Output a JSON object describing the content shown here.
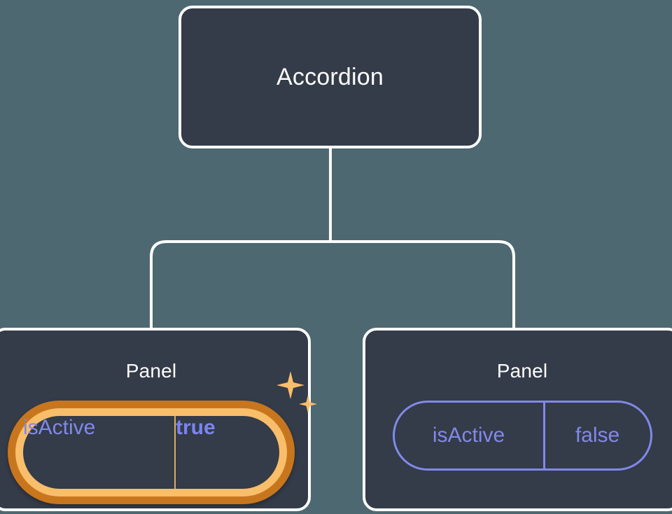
{
  "theme": {
    "background": "#4e6872",
    "node_fill": "#343b49",
    "node_border": "#ffffff",
    "edge_color": "#ffffff",
    "prop_text": "#8189e8",
    "prop_value_active": "#7b85ec",
    "highlight_outer": "#c8761d",
    "highlight_inner": "#f9be69",
    "sparkle": "#fabd6c"
  },
  "tree": {
    "root": {
      "title": "Accordion"
    },
    "children": [
      {
        "title": "Panel",
        "highlighted": true,
        "prop": {
          "key": "isActive",
          "value": "true"
        },
        "sparkle_icons": [
          "sparkle-large-icon",
          "sparkle-small-icon"
        ]
      },
      {
        "title": "Panel",
        "highlighted": false,
        "prop": {
          "key": "isActive",
          "value": "false"
        }
      }
    ]
  }
}
